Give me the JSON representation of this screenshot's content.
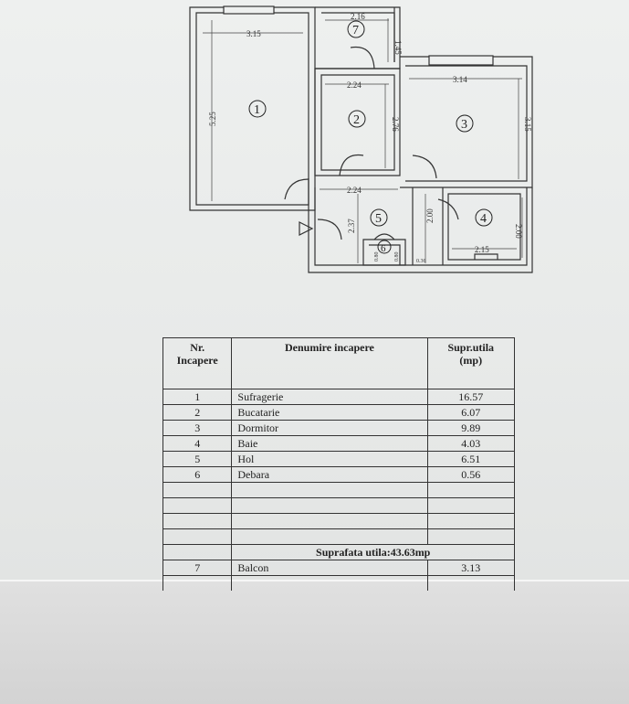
{
  "plan": {
    "dims": {
      "room1_width": "3.15",
      "room1_height": "5.25",
      "room7_width": "2.16",
      "room7_height": "1.45",
      "room2_width": "2.24",
      "room2_height": "2.76",
      "room3_width": "3.14",
      "room3_height": "3.15",
      "hall_width": "2.24",
      "hall_height": "2.37",
      "room6_depth": "2.00",
      "room4_height": "2.00",
      "room4_width": "2.15",
      "debara_a": "0.36",
      "debara_b": "0.80",
      "door_gap": "0.80"
    },
    "labels": {
      "r1": "1",
      "r2": "2",
      "r3": "3",
      "r4": "4",
      "r5": "5",
      "r6": "6",
      "r7": "7"
    }
  },
  "table": {
    "headers": {
      "nr": "Nr.\nIncapere",
      "name": "Denumire incapere",
      "area": "Supr.utila\n(mp)"
    },
    "rows": [
      {
        "nr": "1",
        "name": "Sufragerie",
        "area": "16.57"
      },
      {
        "nr": "2",
        "name": "Bucatarie",
        "area": "6.07"
      },
      {
        "nr": "3",
        "name": "Dormitor",
        "area": "9.89"
      },
      {
        "nr": "4",
        "name": "Baie",
        "area": "4.03"
      },
      {
        "nr": "5",
        "name": "Hol",
        "area": "6.51"
      },
      {
        "nr": "6",
        "name": "Debara",
        "area": "0.56"
      }
    ],
    "summary": "Suprafata utila:43.63mp",
    "balcony": {
      "nr": "7",
      "name": "Balcon",
      "area": "3.13"
    }
  }
}
